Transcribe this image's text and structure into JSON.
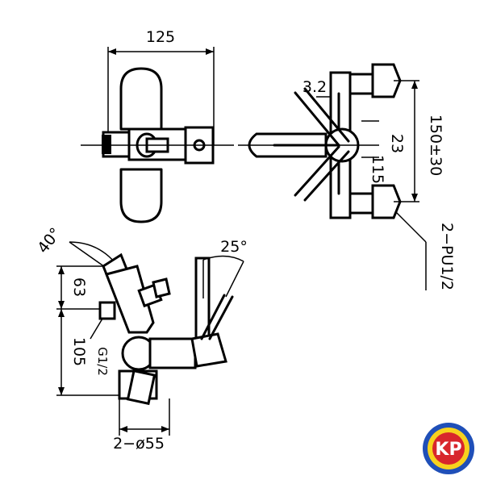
{
  "dimensions": {
    "top_view_width": "125",
    "side_offset": "3.2",
    "center_spacing": "150±30",
    "side_height_23": "23",
    "side_height_115": "115",
    "connection_thread": "2−PU1/2",
    "angle_40": "40°",
    "angle_25": "25°",
    "height_63": "63",
    "height_105": "105",
    "outlet_thread": "G1/2",
    "flange_diameter": "2−ø55"
  },
  "logo": {
    "text": "KP",
    "colors": [
      "#1f4fb8",
      "#f7d21e",
      "#d8262c"
    ]
  }
}
